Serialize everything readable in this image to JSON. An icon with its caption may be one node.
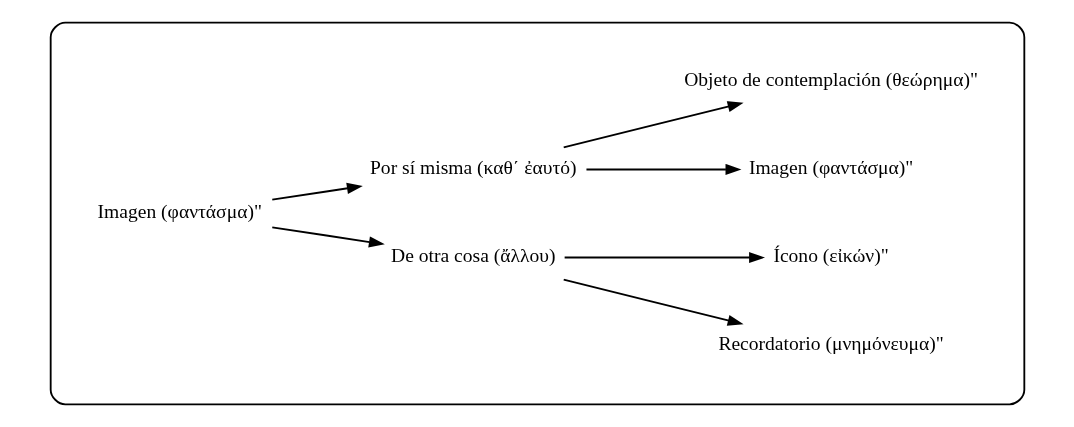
{
  "diagram": {
    "nodes": [
      {
        "text": [],
        "shape": "box"
      },
      {
        "text": [
          "Imagen (φαντάσμα)\""
        ],
        "in": 0
      },
      {
        "text": [
          "Por sí misma (καθ΄ ἐαυτό)"
        ],
        "in": 0
      },
      {
        "text": [
          "De otra cosa (ἄλλου)"
        ],
        "in": 0
      },
      {
        "text": [
          "Objeto de contemplación (θεώρημα)\""
        ],
        "in": 0
      },
      {
        "text": [
          "Imagen (φαντάσμα)\""
        ],
        "in": 0
      },
      {
        "text": [
          "Ícono (εἰκών)\""
        ],
        "in": 0
      },
      {
        "text": [
          "Recordatorio (μνημόνευμα)\""
        ],
        "in": 0
      }
    ],
    "edges": [
      {
        "from": 1,
        "to": 2,
        "arrow": "to"
      },
      {
        "from": 1,
        "to": 3,
        "arrow": "to"
      },
      {
        "from": 2,
        "to": 4,
        "arrow": "to"
      },
      {
        "from": 2,
        "to": 5,
        "arrow": "to"
      },
      {
        "from": 3,
        "to": 6,
        "arrow": "to"
      },
      {
        "from": 3,
        "to": 7,
        "arrow": "to"
      }
    ]
  }
}
